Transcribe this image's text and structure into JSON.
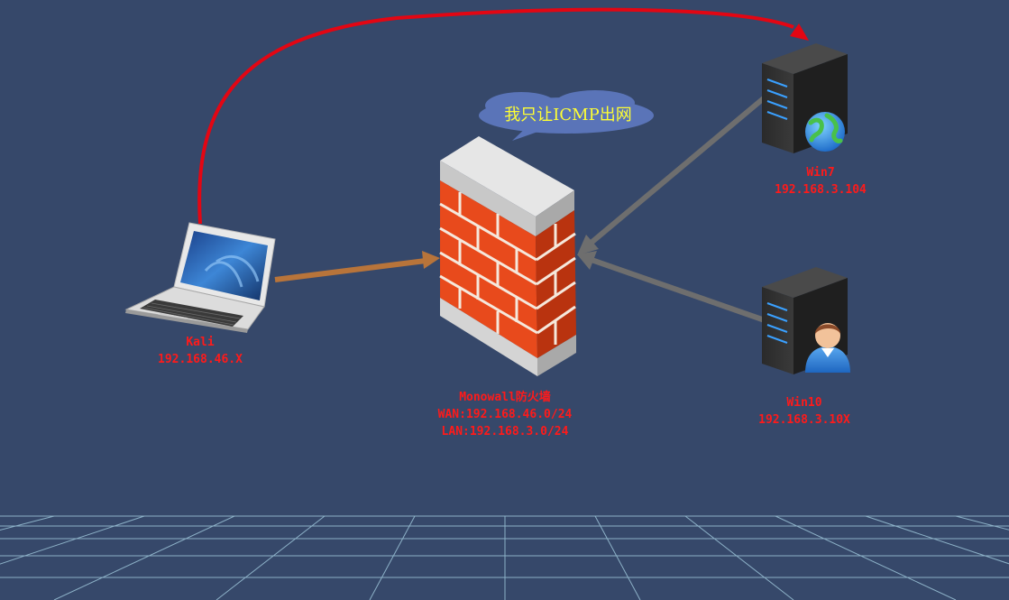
{
  "diagram": {
    "speech_bubble": "我只让ICMP出网",
    "nodes": {
      "kali": {
        "name": "Kali",
        "ip": "192.168.46.X"
      },
      "firewall": {
        "name": "Monowall防火墙",
        "wan": "WAN:192.168.46.0/24",
        "lan": "LAN:192.168.3.0/24"
      },
      "win7": {
        "name": "Win7",
        "ip": "192.168.3.104"
      },
      "win10": {
        "name": "Win10",
        "ip": "192.168.3.10X"
      }
    },
    "colors": {
      "background": "#36486a",
      "label_text": "#ff1a1a",
      "bubble_text": "#ffff33",
      "bubble_fill": "#5a74b8",
      "icmp_arrow": "#e30613",
      "kali_arrow": "#b8743a",
      "server_arrow": "#6e6e6e",
      "brick": "#e84a1c"
    }
  }
}
